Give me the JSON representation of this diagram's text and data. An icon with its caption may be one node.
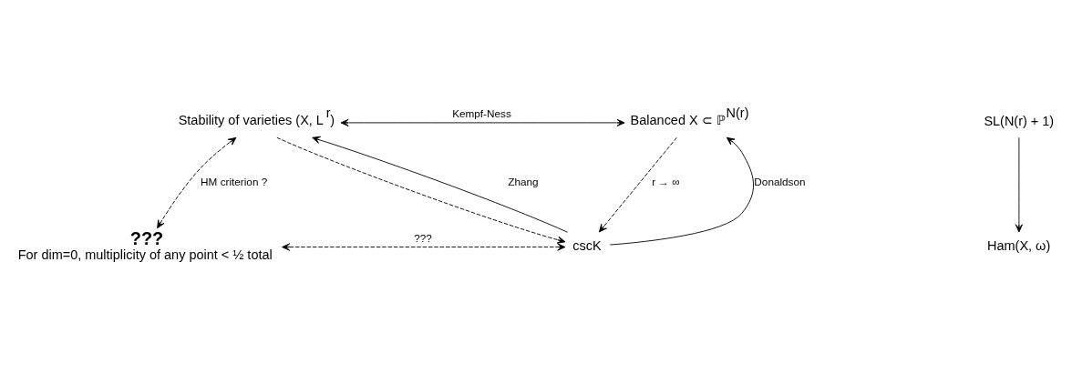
{
  "diagram": {
    "nodes": [
      {
        "text": [
          "Stability of varieties (X, L$^{r}$)"
        ]
      },
      {
        "text": [
          "Balanced X ⊂ ℙ$^{N(r)}$"
        ]
      },
      {
        "text": [
          "SL(N(r) + 1)"
        ]
      },
      {
        "text": [
          "???",
          "For dim=0, multiplicity of any point < ½ total"
        ]
      },
      {
        "text": [
          "cscK"
        ]
      },
      {
        "text": [
          "Ham(X, ω)"
        ]
      }
    ],
    "edges": [
      {
        "from": 0,
        "to": 1,
        "arrow": "both",
        "label": "Kempf-Ness"
      },
      {
        "from": 0,
        "to": 3,
        "arrow": "both",
        "style": "dashed",
        "label": "HM criterion ?"
      },
      {
        "from": 0,
        "to": 4,
        "arrow": "to",
        "style": "dashed"
      },
      {
        "from": 4,
        "to": 0,
        "arrow": "to"
      },
      {
        "from": 4,
        "to": 1,
        "arrow": "to",
        "label": "Donaldson"
      },
      {
        "from": 1,
        "to": 4,
        "arrow": "to",
        "style": "dashed",
        "label": "r → ∞"
      },
      {
        "from": 3,
        "to": 4,
        "arrow": "both",
        "style": "dashed",
        "label": "???"
      },
      {
        "from": 2,
        "to": 5,
        "arrow": "to"
      }
    ],
    "labels": [
      "Zhang"
    ]
  }
}
